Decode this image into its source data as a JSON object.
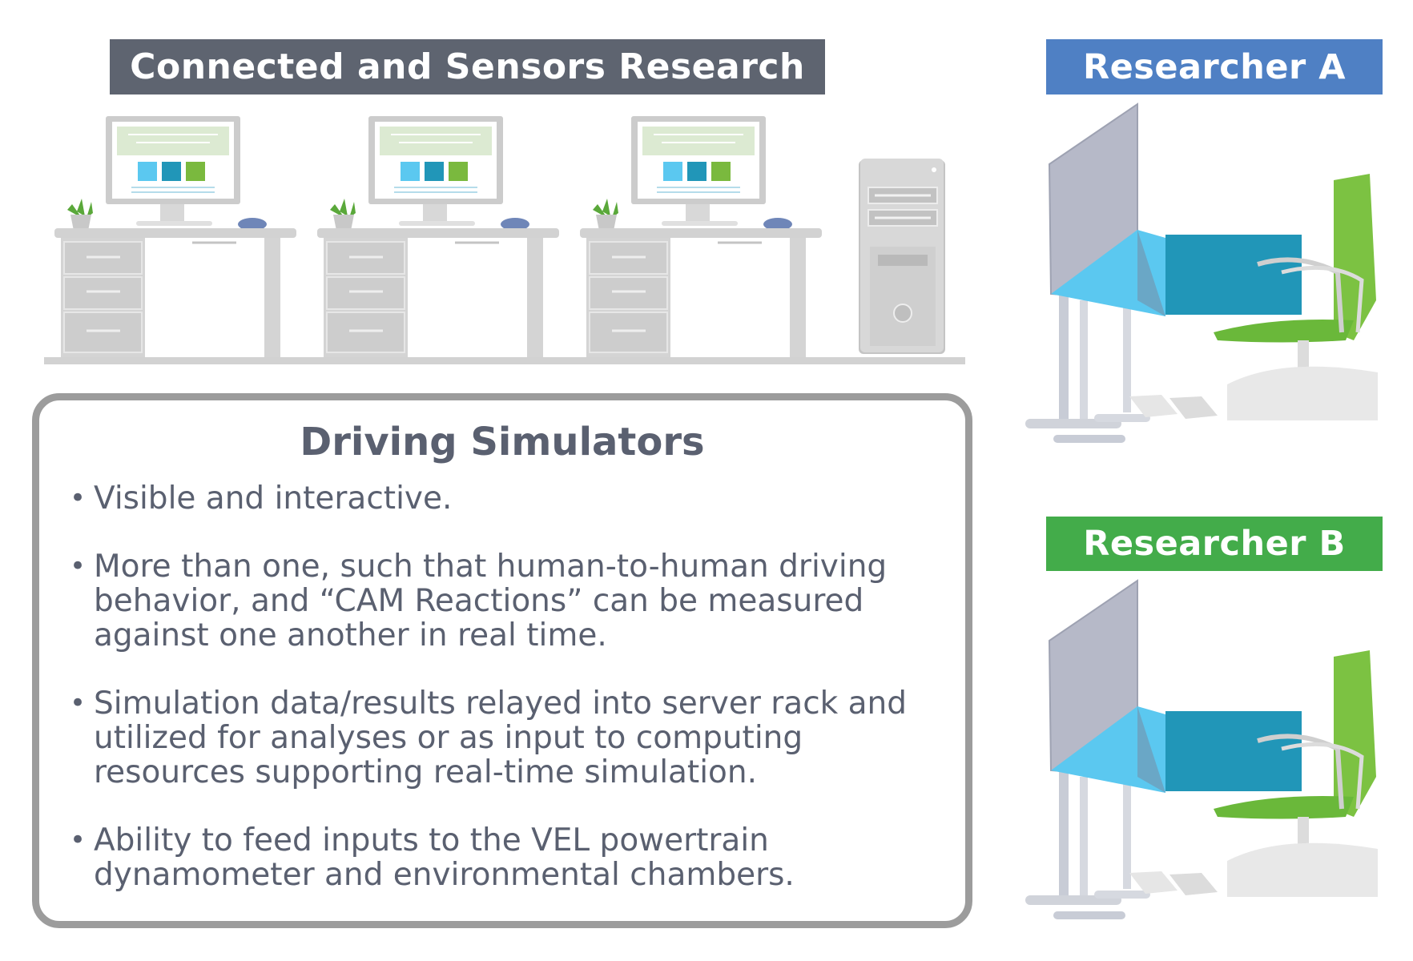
{
  "banners": {
    "connected": "Connected and Sensors Research",
    "researcher_a": "Researcher A",
    "researcher_b": "Researcher B"
  },
  "info": {
    "title": "Driving Simulators",
    "bullets": [
      "Visible and interactive.",
      "More than one, such that human-to-human driving behavior, and “CAM Reactions” can be measured against one another in real time.",
      "Simulation data/results relayed into server rack and utilized for analyses or as input to computing resources supporting real-time simulation.",
      "Ability to feed inputs to the VEL powertrain dynamometer and environmental chambers."
    ],
    "bullet_symbol": "•"
  },
  "colors": {
    "banner_connected": "#5e6470",
    "researcher_a": "#4f80c4",
    "researcher_b": "#43ac4a",
    "text": "#5a6070",
    "screen_blue_light": "#5bc8f0",
    "screen_blue_dark": "#2196b8",
    "chair_green": "#7cc242",
    "furniture_gray": "#d2d2d2"
  }
}
